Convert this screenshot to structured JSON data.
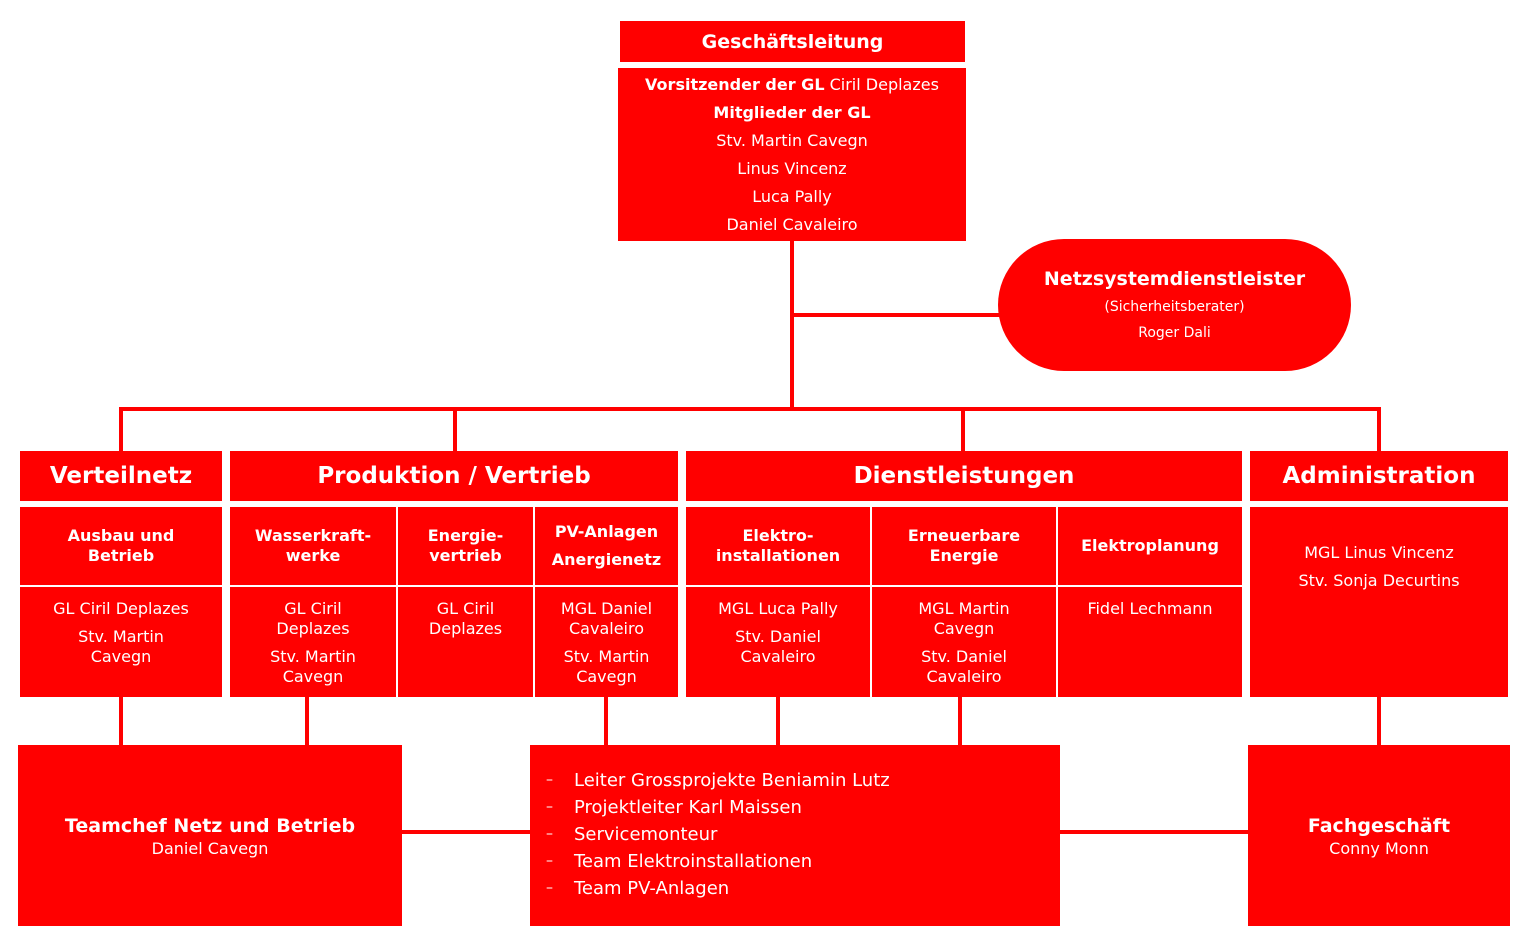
{
  "colors": {
    "accent": "#ff0000",
    "text": "#ffffff"
  },
  "gl": {
    "title": "Geschäftsleitung",
    "chair_label": "Vorsitzender der GL",
    "chair_name": "Ciril Deplazes",
    "members_label": "Mitglieder der GL",
    "members": [
      "Stv. Martin Cavegn",
      "Linus Vincenz",
      "Luca Pally",
      "Daniel Cavaleiro"
    ]
  },
  "nsd": {
    "title": "Netzsystemdienstleister",
    "subtitle": "(Sicherheitsberater)",
    "name": "Roger Dali"
  },
  "divisions": {
    "verteilnetz": {
      "title": "Verteilnetz",
      "units": [
        {
          "title": "Ausbau und Betrieb",
          "lead": "GL Ciril Deplazes",
          "deputy": "Stv. Martin Cavegn"
        }
      ]
    },
    "produktion": {
      "title": "Produktion / Vertrieb",
      "units": [
        {
          "title": "Wasserkraft-werke",
          "lead": "GL Ciril Deplazes",
          "deputy": "Stv. Martin Cavegn"
        },
        {
          "title": "Energie-vertrieb",
          "lead": "GL Ciril Deplazes"
        },
        {
          "title": "PV-Anlagen",
          "title2": "Anergienetz",
          "lead": "MGL Daniel Cavaleiro",
          "deputy": "Stv. Martin Cavegn"
        }
      ]
    },
    "dienstleistungen": {
      "title": "Dienstleistungen",
      "units": [
        {
          "title": "Elektro-installationen",
          "lead": "MGL Luca Pally",
          "deputy": "Stv. Daniel Cavaleiro"
        },
        {
          "title": "Erneuerbare Energie",
          "lead": "MGL Martin Cavegn",
          "deputy": "Stv. Daniel Cavaleiro"
        },
        {
          "title": "Elektroplanung",
          "lead": "Fidel Lechmann"
        }
      ]
    },
    "administration": {
      "title": "Administration",
      "lead": "MGL Linus Vincenz",
      "deputy": "Stv. Sonja Decurtins"
    }
  },
  "teams": {
    "netz": {
      "title": "Teamchef Netz und Betrieb",
      "name": "Daniel Cavegn"
    },
    "projects": {
      "bullet": "–",
      "items": [
        "Leiter Grossprojekte Beniamin Lutz",
        "Projektleiter Karl Maissen",
        "Servicemonteur",
        "Team Elektroinstallationen",
        "Team PV-Anlagen"
      ]
    },
    "fach": {
      "title": "Fachgeschäft",
      "name": "Conny Monn"
    }
  }
}
